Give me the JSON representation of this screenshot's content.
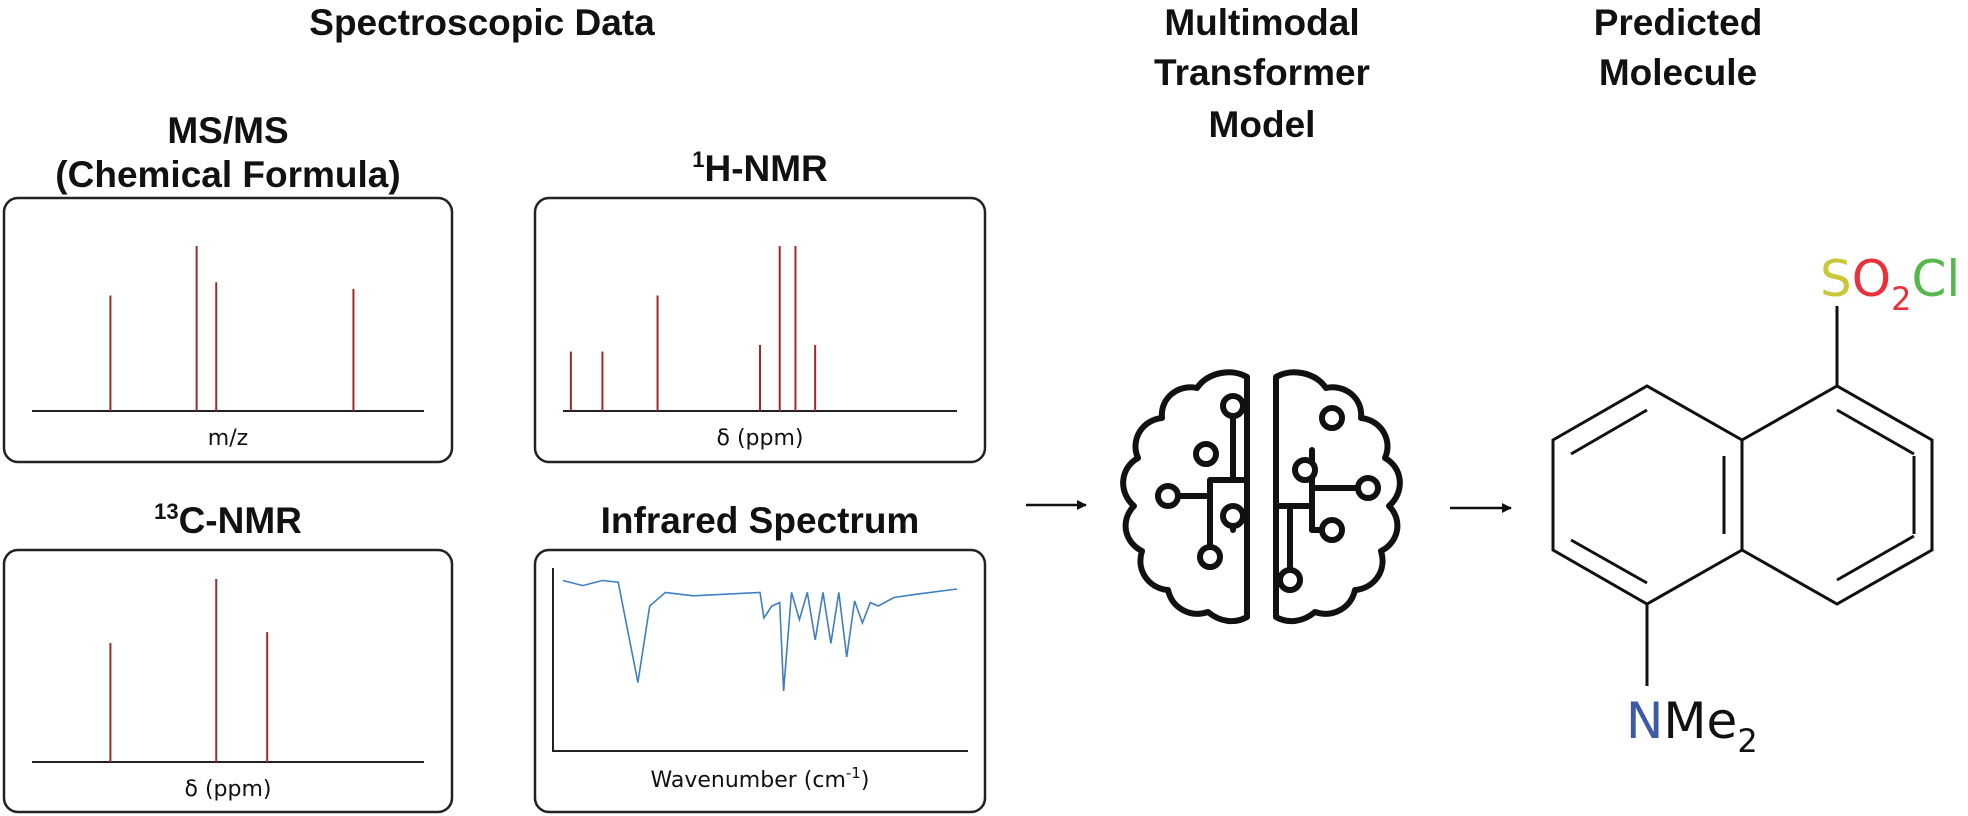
{
  "headings": {
    "spectroscopic": "Spectroscopic Data",
    "model": [
      "Multimodal",
      "Transformer",
      "Model"
    ],
    "predicted": [
      "Predicted",
      "Molecule"
    ]
  },
  "panels": {
    "msms": {
      "title": [
        "MS/MS",
        "(Chemical Formula)"
      ],
      "xlabel": "m/z"
    },
    "hnmr": {
      "title_sup": "1",
      "title": "H-NMR",
      "xlabel": "δ (ppm)"
    },
    "cnmr": {
      "title_sup": "13",
      "title": "C-NMR",
      "xlabel": "δ (ppm)"
    },
    "ir": {
      "title": "Infrared Spectrum",
      "xlabel": "Wavenumber (cm",
      "xlabel_sup": "-1",
      "xlabel_end": ")"
    }
  },
  "molecule": {
    "top_group": {
      "S": "S",
      "O": "O",
      "sub2": "2",
      "Cl": "Cl"
    },
    "bottom_group": {
      "N": "N",
      "Me": "Me",
      "sub2": "2"
    },
    "colors": {
      "S": "#c8c83a",
      "O": "#e8313a",
      "Cl": "#55b84a",
      "N": "#3d5aa8",
      "bond": "#111111"
    }
  },
  "colors": {
    "stick": "#a0282a",
    "ir_line": "#3f7fc0"
  },
  "chart_data": [
    {
      "type": "bar",
      "name_ref": "msms",
      "peaks": [
        {
          "x": 0.2,
          "h": 0.7
        },
        {
          "x": 0.42,
          "h": 1.0
        },
        {
          "x": 0.47,
          "h": 0.78
        },
        {
          "x": 0.82,
          "h": 0.74
        }
      ]
    },
    {
      "type": "bar",
      "name_ref": "hnmr",
      "peaks": [
        {
          "x": 0.02,
          "h": 0.36
        },
        {
          "x": 0.1,
          "h": 0.36
        },
        {
          "x": 0.24,
          "h": 0.7
        },
        {
          "x": 0.5,
          "h": 0.4
        },
        {
          "x": 0.55,
          "h": 1.0
        },
        {
          "x": 0.59,
          "h": 1.0
        },
        {
          "x": 0.64,
          "h": 0.4
        }
      ]
    },
    {
      "type": "bar",
      "name_ref": "cnmr",
      "peaks": [
        {
          "x": 0.2,
          "h": 0.65
        },
        {
          "x": 0.47,
          "h": 1.0
        },
        {
          "x": 0.6,
          "h": 0.71
        }
      ]
    },
    {
      "type": "line",
      "name_ref": "ir",
      "points": [
        [
          0.0,
          0.95
        ],
        [
          0.05,
          0.92
        ],
        [
          0.1,
          0.95
        ],
        [
          0.14,
          0.94
        ],
        [
          0.19,
          0.35
        ],
        [
          0.22,
          0.8
        ],
        [
          0.26,
          0.88
        ],
        [
          0.33,
          0.86
        ],
        [
          0.5,
          0.88
        ],
        [
          0.51,
          0.73
        ],
        [
          0.53,
          0.8
        ],
        [
          0.55,
          0.82
        ],
        [
          0.56,
          0.3
        ],
        [
          0.58,
          0.88
        ],
        [
          0.6,
          0.72
        ],
        [
          0.62,
          0.88
        ],
        [
          0.64,
          0.6
        ],
        [
          0.66,
          0.88
        ],
        [
          0.68,
          0.58
        ],
        [
          0.7,
          0.88
        ],
        [
          0.72,
          0.5
        ],
        [
          0.74,
          0.83
        ],
        [
          0.76,
          0.7
        ],
        [
          0.78,
          0.82
        ],
        [
          0.8,
          0.8
        ],
        [
          0.84,
          0.85
        ],
        [
          0.9,
          0.87
        ],
        [
          1.0,
          0.9
        ]
      ]
    }
  ]
}
